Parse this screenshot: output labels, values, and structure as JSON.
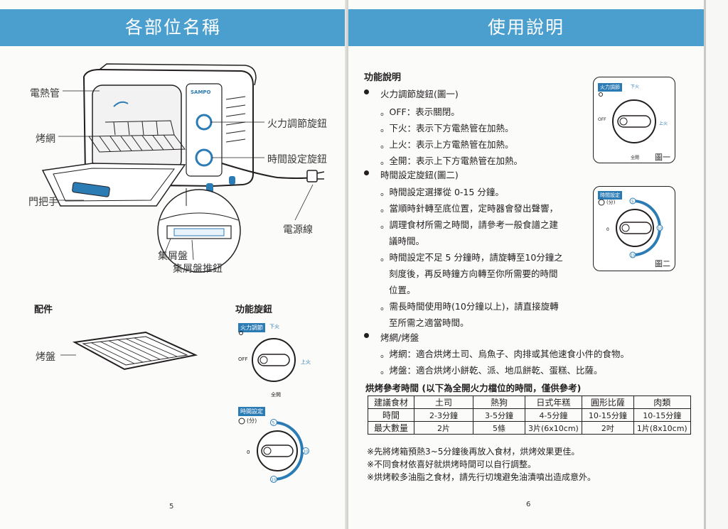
{
  "left": {
    "banner_title": "各部位名稱",
    "labels": {
      "heating_tube": "電熱管",
      "rack": "烤網",
      "door_handle": "門把手",
      "fire_knob": "火力調節旋鈕",
      "timer_knob": "時間設定旋鈕",
      "power_cord": "電源線",
      "crumb_tray": "集屑盤",
      "crumb_tray_button": "集屑盤推鈕",
      "brand": "SAMPO"
    },
    "accessories_heading": "配件",
    "accessory_pan": "烤盤",
    "knobs_heading": "功能旋鈕",
    "page_number": "5"
  },
  "knob_fire": {
    "tag": "火力調節",
    "off": "OFF",
    "lower": "下火",
    "upper": "上火",
    "full": "全開"
  },
  "knob_timer": {
    "tag": "時間設定",
    "unit": "(分)",
    "marks": [
      "0",
      "5",
      "10",
      "15"
    ]
  },
  "right": {
    "banner_title": "使用說明",
    "section_title": "功能說明",
    "items": [
      {
        "bullet": true,
        "text": "火力調節旋鈕(圖一)"
      },
      {
        "bullet": false,
        "text": "。OFF：表示關閉。"
      },
      {
        "bullet": false,
        "text": "。下火：表示下方電熱管在加熱。"
      },
      {
        "bullet": false,
        "text": "。上火：表示上方電熱管在加熱。"
      },
      {
        "bullet": false,
        "text": "。全開：表示上下方電熱管在加熱。"
      },
      {
        "bullet": true,
        "text": "時間設定旋鈕(圖二)"
      },
      {
        "bullet": false,
        "text": "。時間設定選擇從 0-15 分鐘。"
      },
      {
        "bullet": false,
        "text": "。當順時針轉至底位置，定時器會發出聲響，"
      },
      {
        "bullet": false,
        "text": "。調理食材所需之時間，請參考一般食譜之建"
      },
      {
        "bullet": false,
        "text": "議時間。"
      },
      {
        "bullet": false,
        "text": "。時間設定不足 5 分鐘時，請旋轉至10分鐘之"
      },
      {
        "bullet": false,
        "text": "刻度後，再反時鐘方向轉至你所需要的時間"
      },
      {
        "bullet": false,
        "text": "位置。"
      },
      {
        "bullet": false,
        "text": "。需長時間使用時(10分鐘以上)，請直接旋轉"
      },
      {
        "bullet": false,
        "text": "至所需之適當時間。"
      },
      {
        "bullet": true,
        "text": "烤網/烤盤"
      },
      {
        "bullet": false,
        "text": "。烤網：適合烘烤土司、烏魚子、肉排或其他速食小件的食物。"
      },
      {
        "bullet": false,
        "text": "。烤盤：適合烘烤小餅乾、派、地瓜餅乾、蛋糕、比薩。"
      }
    ],
    "figure_one": "圖一",
    "figure_two": "圖二",
    "table_title": "烘烤參考時間 (以下為全開火力檔位的時間，僅供參考)",
    "table": {
      "header": [
        "建議食材",
        "土司",
        "熱狗",
        "日式年糕",
        "圓形比薩",
        "肉類"
      ],
      "rows": [
        [
          "時間",
          "2-3分鐘",
          "3-5分鐘",
          "4-5分鐘",
          "10-15分鐘",
          "10-15分鐘"
        ],
        [
          "最大數量",
          "2片",
          "5條",
          "3片(6x10cm)",
          "2吋",
          "1片(8x10cm)"
        ]
      ]
    },
    "notes": [
      "※先將烤箱預熱3~5分鐘後再放入食材，烘烤效果更佳。",
      "※不同食材依喜好就烘烤時間可以自行調整。",
      "※烘烤較多油脂之食材，請先行切塊避免油漬噴出造成意外。"
    ],
    "page_number": "6"
  },
  "colors": {
    "banner": "#4a9fcf",
    "accent_blue": "#2b7bb5",
    "ink": "#231f20"
  }
}
